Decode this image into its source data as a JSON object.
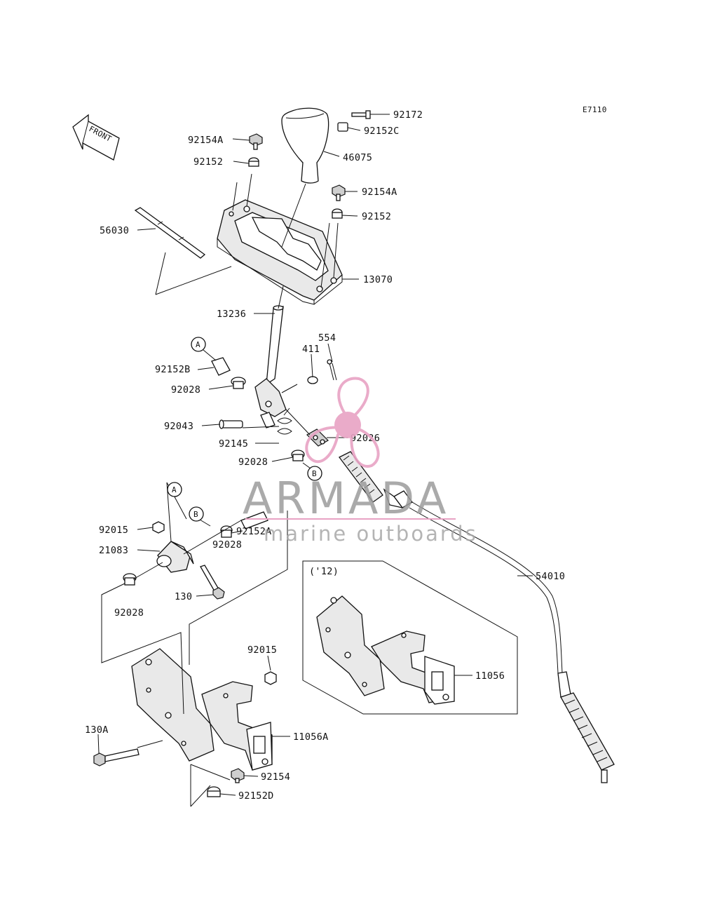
{
  "diagram_code": "E7110",
  "front_label": "FRONT",
  "parts": {
    "p92172": "92172",
    "p92152C": "92152C",
    "p46075": "46075",
    "p92154A_top": "92154A",
    "p92152_top": "92152",
    "p92154A_right": "92154A",
    "p92152_right": "92152",
    "p56030": "56030",
    "p13070": "13070",
    "p13236": "13236",
    "p554": "554",
    "p411": "411",
    "p92152B": "92152B",
    "p92028_a": "92028",
    "p92043": "92043",
    "p92145": "92145",
    "p92026": "92026",
    "p92028_b": "92028",
    "p92015_a": "92015",
    "p21083": "21083",
    "p92152A": "92152A",
    "p92028_c": "92028",
    "p130": "130",
    "p92028_d": "92028",
    "p54010": "54010",
    "p92015_b": "92015",
    "p11056": "11056",
    "p130A": "130A",
    "p11056A": "11056A",
    "p92154": "92154",
    "p92152D": "92152D"
  },
  "callouts": {
    "A_top": "A",
    "B_mid": "B",
    "A_low": "A",
    "B_low": "B"
  },
  "inset_label": "('12)",
  "watermark": {
    "title": "ARMADA",
    "subtitle": "marine outboards",
    "color": "#e8a3c4"
  }
}
